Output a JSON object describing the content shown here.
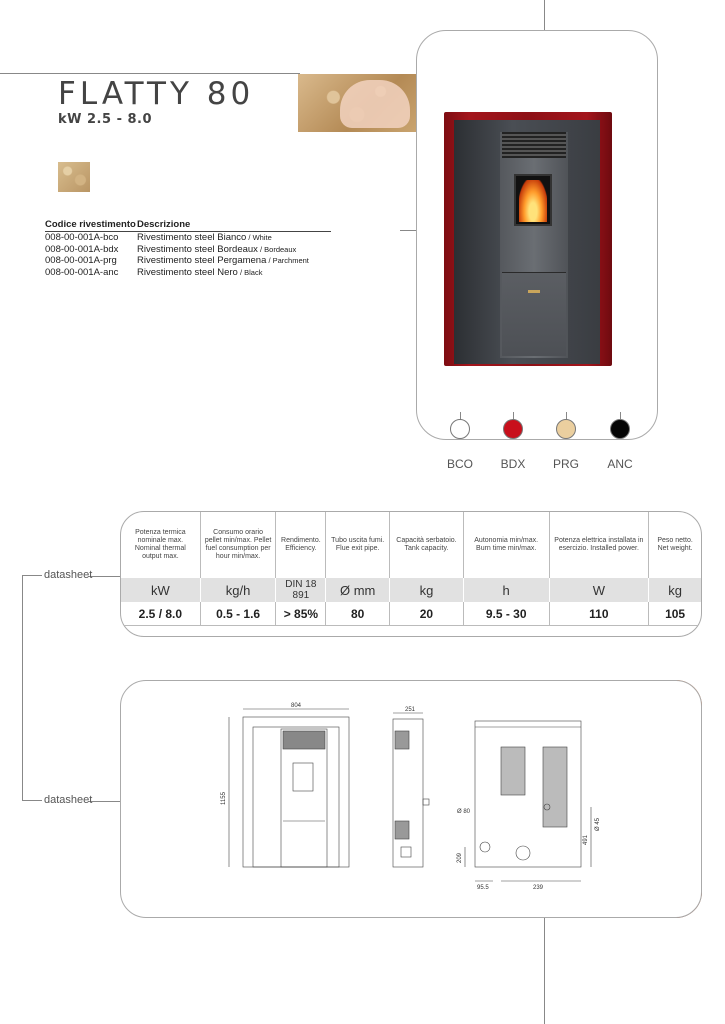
{
  "header": {
    "title": "FLATTY 80",
    "subtitle": "kW 2.5 - 8.0"
  },
  "codes": {
    "head_code": "Codice rivestimento",
    "head_desc": "Descrizione",
    "rows": [
      {
        "code": "008-00-001A-bco",
        "desc": "Rivestimento steel Bianco",
        "en": " / White"
      },
      {
        "code": "008-00-001A-bdx",
        "desc": "Rivestimento steel Bordeaux",
        "en": " / Bordeaux"
      },
      {
        "code": "008-00-001A-prg",
        "desc": "Rivestimento steel Pergamena",
        "en": " / Parchment"
      },
      {
        "code": "008-00-001A-anc",
        "desc": "Rivestimento steel Nero",
        "en": " / Black"
      }
    ]
  },
  "colors": {
    "options": [
      {
        "label": "BCO",
        "hex": "#ffffff"
      },
      {
        "label": "BDX",
        "hex": "#c8101c"
      },
      {
        "label": "PRG",
        "hex": "#ebcf9f"
      },
      {
        "label": "ANC",
        "hex": "#050505"
      }
    ]
  },
  "datasheet": {
    "label_1": "datasheet",
    "label_2": "datasheet",
    "headers": [
      "Potenza termica nominale max. Nominal thermal output max.",
      "Consumo orario pellet min/max. Pellet fuel consumption per hour min/max.",
      "Rendimento. Efficiency.",
      "Tubo uscita fumi. Flue exit pipe.",
      "Capacità serbatoio. Tank capacity.",
      "Autonomia min/max. Burn time min/max.",
      "Potenza elettrica installata in esercizio. Installed power.",
      "Peso netto. Net weight."
    ],
    "units": [
      "kW",
      "kg/h",
      "DIN 18 891",
      "Ø mm",
      "kg",
      "h",
      "W",
      "kg"
    ],
    "values": [
      "2.5 / 8.0",
      "0.5 - 1.6",
      "> 85%",
      "80",
      "20",
      "9.5 - 30",
      "110",
      "105"
    ]
  },
  "drawing": {
    "width": "804",
    "height": "1155",
    "depth": "251",
    "flue_dia": "Ø 80",
    "air_dia": "Ø 45",
    "dim_209": "209",
    "dim_491": "491",
    "dim_95": "95.5",
    "dim_239": "239"
  }
}
